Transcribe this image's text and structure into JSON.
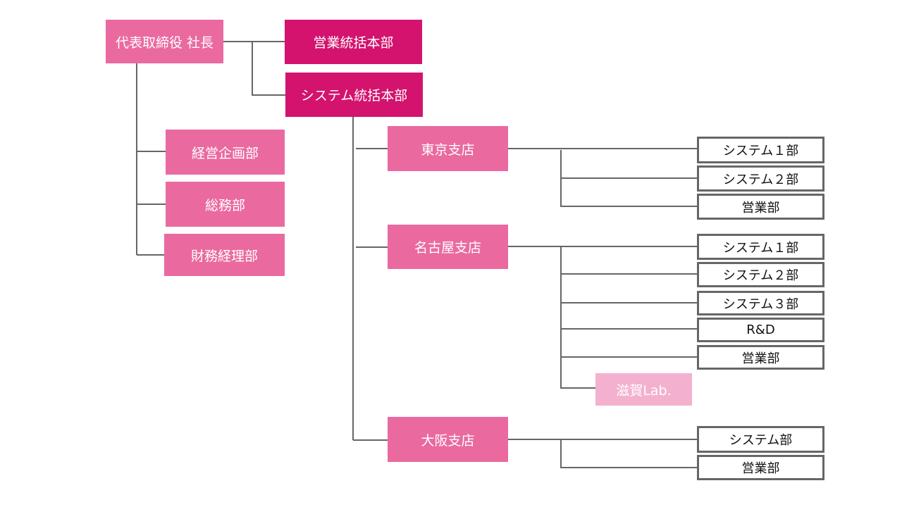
{
  "president": "代表取締役 社長",
  "sales_hq": "営業統括本部",
  "system_hq": "システム統括本部",
  "corporate": [
    "経営企画部",
    "総務部",
    "財務経理部"
  ],
  "branches": {
    "tokyo": {
      "name": "東京支店",
      "departments": [
        "システム１部",
        "システム２部",
        "営業部"
      ]
    },
    "nagoya": {
      "name": "名古屋支店",
      "departments": [
        "システム１部",
        "システム２部",
        "システム３部",
        "R&D",
        "営業部"
      ],
      "lab": "滋賀Lab."
    },
    "osaka": {
      "name": "大阪支店",
      "departments": [
        "システム部",
        "営業部"
      ]
    }
  },
  "colors": {
    "primary": "#ea6aa0",
    "hq": "#d3136e",
    "lab": "#f4b1cf",
    "line": "#666666"
  }
}
